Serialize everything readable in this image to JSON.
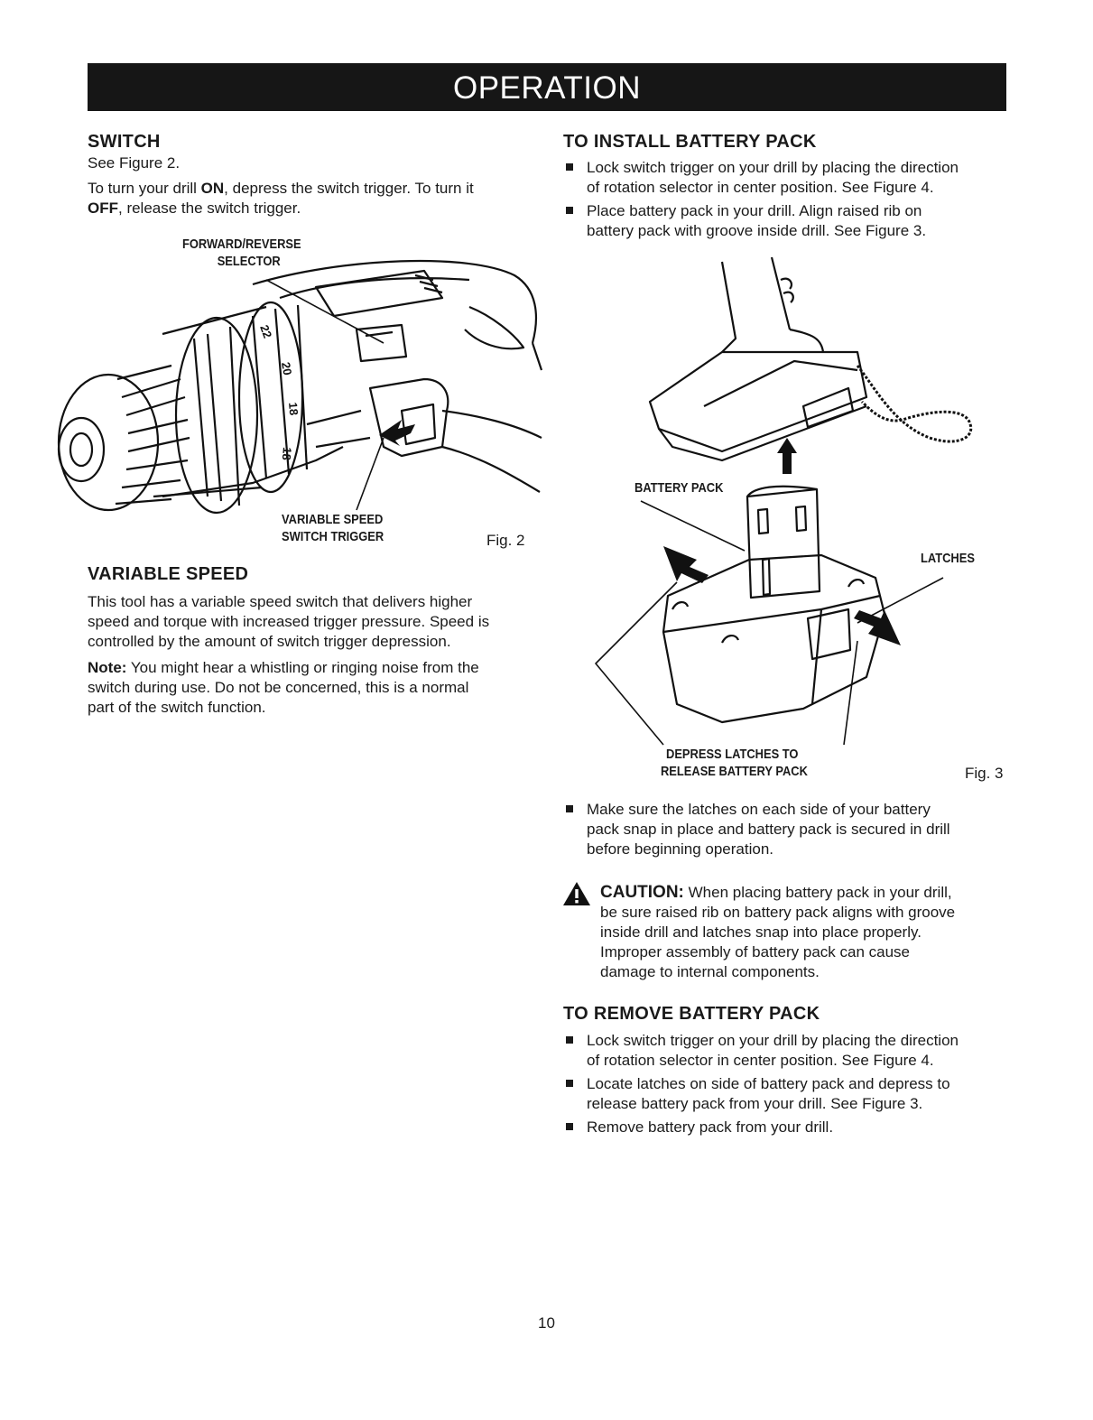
{
  "banner": {
    "title": "OPERATION"
  },
  "switch": {
    "heading": "SWITCH",
    "see": "See Figure 2.",
    "p1": "To turn your drill",
    "on": "ON",
    "p2": ", depress the switch trigger. To turn it",
    "off": "OFF",
    "p3": ", release the switch trigger."
  },
  "fig2": {
    "label_selector_1": "FORWARD/REVERSE",
    "label_selector_2": "SELECTOR",
    "label_trigger_1": "VARIABLE SPEED",
    "label_trigger_2": "SWITCH TRIGGER",
    "fig_label": "Fig. 2",
    "dial_numbers": [
      "22",
      "20",
      "18",
      "18"
    ]
  },
  "variable_speed": {
    "heading": "VARIABLE SPEED",
    "lines": [
      "This tool has a variable speed switch that delivers higher",
      "speed and torque with increased trigger pressure. Speed is",
      "controlled by the amount of switch trigger depression."
    ],
    "note_label": "Note:",
    "note_lines": [
      "You might hear a whistling or ringing noise from the",
      "switch during use. Do not be concerned, this is a normal",
      "part of the switch function."
    ]
  },
  "install": {
    "heading": "TO INSTALL BATTERY PACK",
    "bullets": [
      [
        "Lock switch trigger on your drill by placing the direction",
        "of rotation selector in center position. See Figure 4."
      ],
      [
        "Place battery pack in your drill. Align raised rib on",
        "battery pack with groove inside drill. See Figure 3."
      ]
    ]
  },
  "fig3": {
    "label_battery": "BATTERY PACK",
    "label_latches": "LATCHES",
    "label_depress_1": "DEPRESS LATCHES TO",
    "label_depress_2": "RELEASE BATTERY PACK",
    "fig_label": "Fig. 3"
  },
  "after_fig3": {
    "bullet": [
      "Make sure the latches on each side of your battery",
      "pack snap in place and battery pack is secured in drill",
      "before beginning operation."
    ]
  },
  "caution": {
    "label": "CAUTION:",
    "first": "When placing battery pack in your drill,",
    "lines": [
      "be sure raised rib on battery pack aligns with groove",
      "inside drill and latches snap into place properly.",
      "Improper assembly of battery pack can cause",
      "damage to internal components."
    ]
  },
  "remove": {
    "heading": "TO REMOVE BATTERY PACK",
    "bullets": [
      [
        "Lock switch trigger on your drill by placing the direction",
        "of rotation selector in center position. See Figure 4."
      ],
      [
        "Locate latches on side of battery pack and depress to",
        "release battery pack from your drill. See Figure 3."
      ],
      [
        "Remove battery pack from your drill."
      ]
    ]
  },
  "page_number": "10"
}
